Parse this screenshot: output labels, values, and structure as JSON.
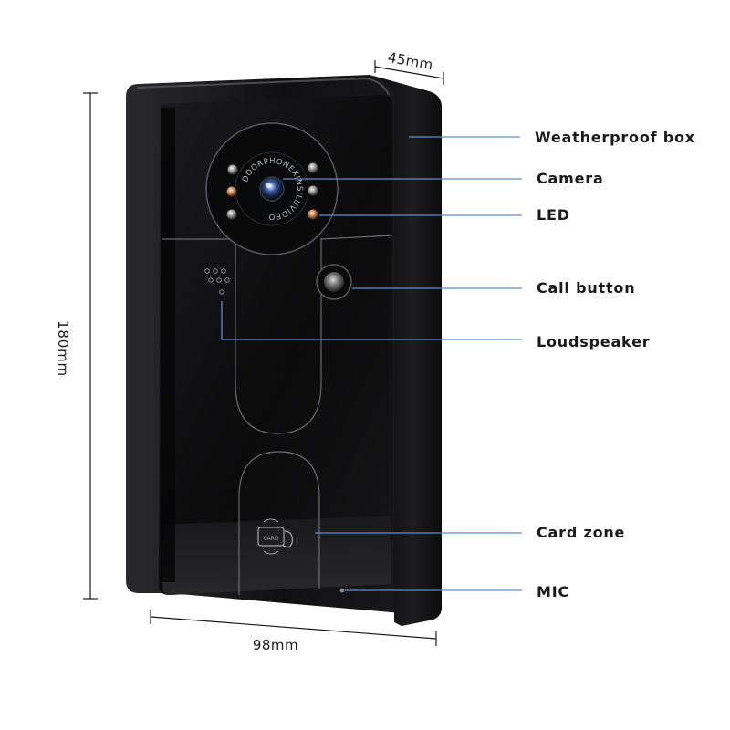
{
  "callouts": {
    "weatherproof_box": "Weatherproof box",
    "camera": "Camera",
    "led": "LED",
    "call_button": "Call button",
    "loudspeaker": "Loudspeaker",
    "card_zone": "Card zone",
    "mic": "MIC"
  },
  "dimensions": {
    "depth": "45mm",
    "height": "180mm",
    "width": "98mm"
  },
  "device": {
    "lens_ring_text": "DOORPHONEXINSILUVIDEO",
    "card_text": "CARD"
  },
  "colors": {
    "leader_line": "#5b8fd0",
    "device_body": "#0d0d0f",
    "housing": "#141416"
  }
}
